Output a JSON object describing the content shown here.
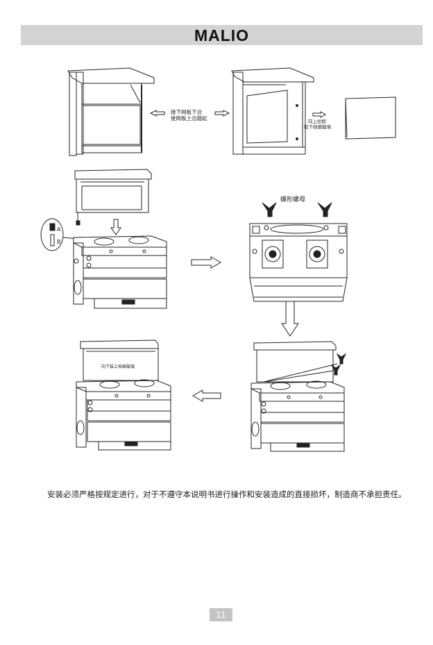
{
  "header": {
    "brand": "MALIO"
  },
  "figure": {
    "caption_remove_line1": "接下网板下沿",
    "caption_remove_line2": "使网板上沿翘起",
    "caption_lift_line1": "向上拉掀",
    "caption_lift_line2": "取下挡烟玻璃",
    "label_a": "A",
    "label_b": "B",
    "wing_nut_label": "蝶形螺母",
    "caption_glass": "向下装上挡烟玻璃"
  },
  "body_text": "安装必须严格按规定进行，对于不遵守本说明书进行操作和安装造成的直接损坏，制造商不承担责任。",
  "footer": {
    "page_number": "11"
  }
}
